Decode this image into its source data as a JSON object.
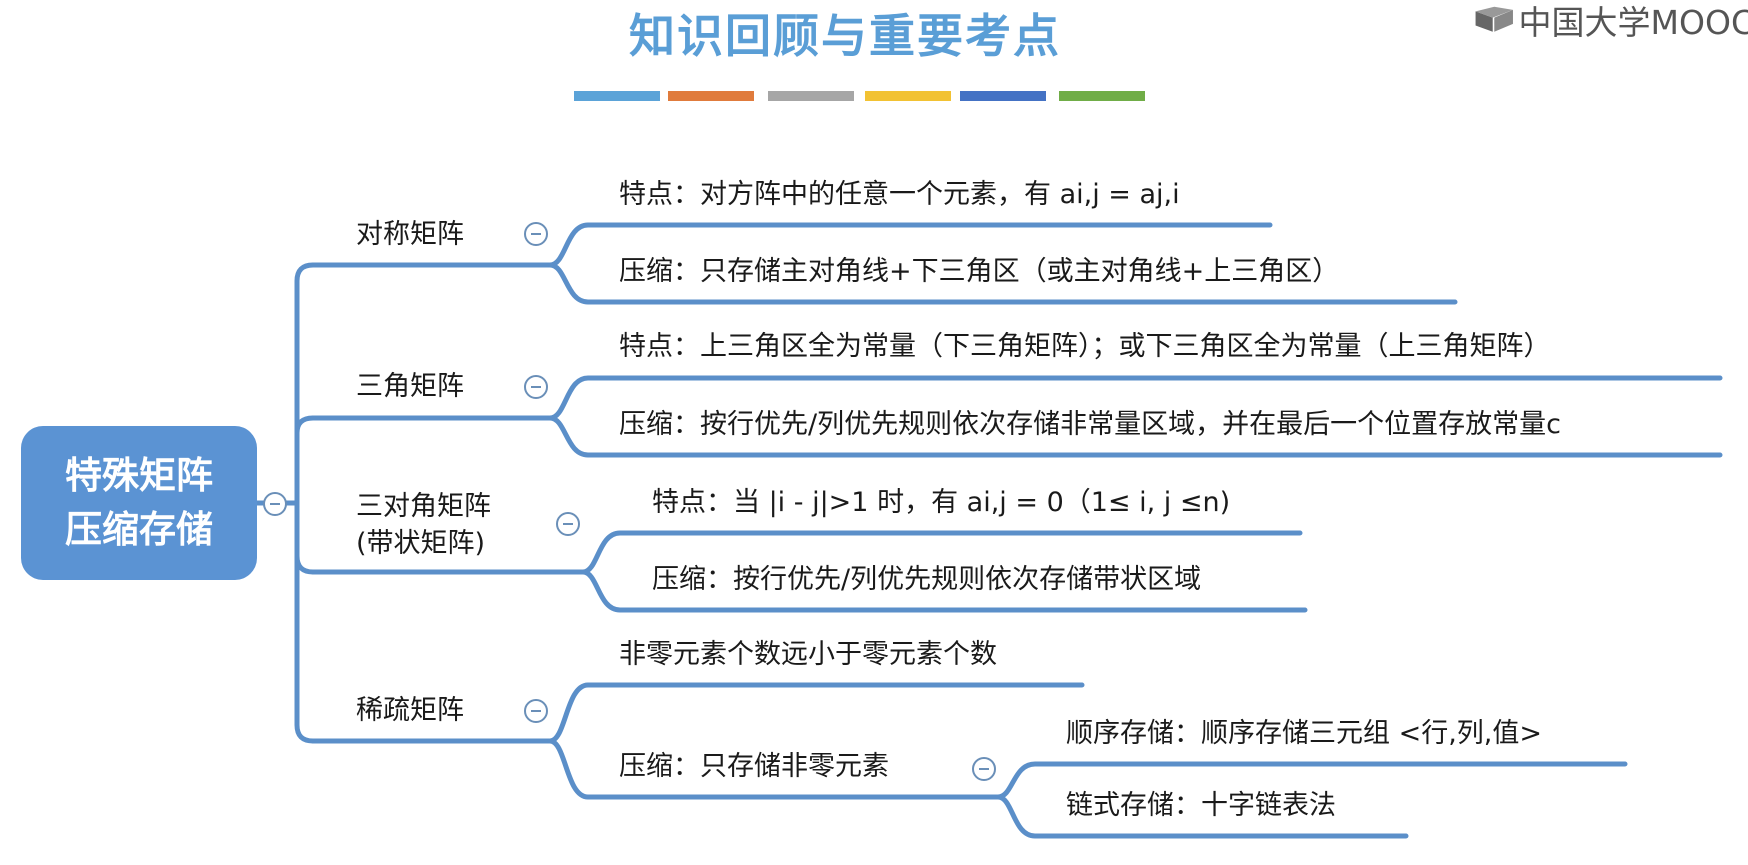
{
  "header": {
    "title": "知识回顾与重要考点",
    "logo_text": "中国大学MOOC",
    "color_bars": [
      "#5ba3d8",
      "#e07b3c",
      "#a6a6a6",
      "#f2c233",
      "#4472c4",
      "#70ad47"
    ]
  },
  "mindmap": {
    "root": {
      "line1": "特殊矩阵",
      "line2": "压缩存储"
    },
    "branches": [
      {
        "label": "对称矩阵",
        "children": [
          "特点：对方阵中的任意一个元素，有 ai,j = aj,i",
          "压缩：只存储主对角线+下三角区（或主对角线+上三角区）"
        ]
      },
      {
        "label": "三角矩阵",
        "children": [
          "特点：上三角区全为常量（下三角矩阵）；或下三角区全为常量（上三角矩阵）",
          "压缩：按行优先/列优先规则依次存储非常量区域，并在最后一个位置存放常量c"
        ]
      },
      {
        "label_line1": "三对角矩阵",
        "label_line2": "(带状矩阵)",
        "children": [
          "特点：当 |i - j|>1 时，有 ai,j = 0（1≤ i, j ≤n)",
          "压缩：按行优先/列优先规则依次存储带状区域"
        ]
      },
      {
        "label": "稀疏矩阵",
        "children": [
          "非零元素个数远小于零元素个数",
          "压缩：只存储非零元素"
        ],
        "sub_children": [
          "顺序存储：顺序存储三元组 <行,列,值>",
          "链式存储：十字链表法"
        ]
      }
    ]
  },
  "colors": {
    "line": "#5b8fc9",
    "root_bg": "#5b93d3",
    "title": "#5a9ed6"
  }
}
